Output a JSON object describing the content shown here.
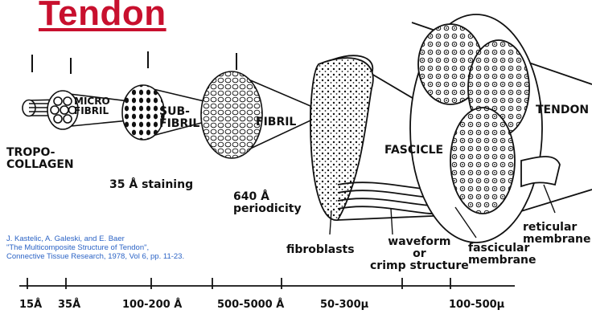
{
  "title": "Tendon",
  "labels": {
    "tropocollagen": "TROPO-\nCOLLAGEN",
    "microfibril": "MICRO\nFIBRIL",
    "subfibril": "SUB-\nFIBRIL",
    "fibril": "FIBRIL",
    "fascicle": "FASCICLE",
    "tendon": "TENDON",
    "staining": "35 Å  staining",
    "periodicity": "640 Å\nperiodicity",
    "fibroblasts": "fibroblasts",
    "waveform": "waveform\nor\ncrimp  structure",
    "fascicular_membrane": "fascicular\nmembrane",
    "reticular_membrane": "reticular\nmembrane"
  },
  "citation": [
    "J. Kastelic, A. Galeski, and E. Baer",
    "\"The Multicomposite Structure of Tendon\",",
    "Connective Tissue Research, 1978, Vol 6, pp. 11-23."
  ],
  "scale_labels": [
    "15Å",
    "35Å",
    "100-200 Å",
    "500-5000 Å",
    "50-300μ",
    "100-500μ"
  ]
}
